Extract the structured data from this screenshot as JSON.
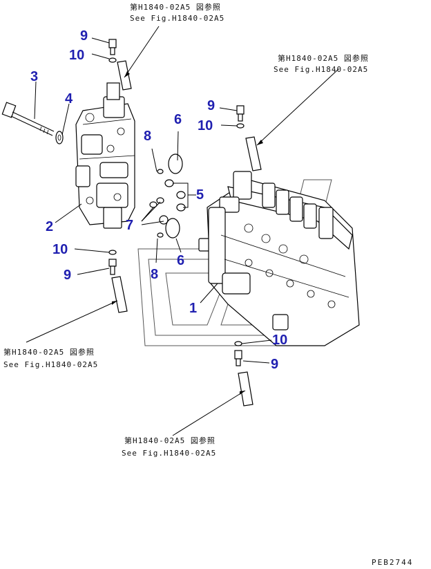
{
  "references": [
    {
      "jp": "第H1840-02A5 図参照",
      "en": "See Fig.H1840-02A5"
    },
    {
      "jp": "第H1840-02A5 図参照",
      "en": "See Fig.H1840-02A5"
    },
    {
      "jp": "第H1840-02A5 図参照",
      "en": "See Fig.H1840-02A5"
    },
    {
      "jp": "第H1840-02A5 図参照",
      "en": "See Fig.H1840-02A5"
    }
  ],
  "callouts": [
    "1",
    "2",
    "3",
    "4",
    "5",
    "6",
    "6",
    "7",
    "8",
    "8",
    "9",
    "9",
    "9",
    "9",
    "10",
    "10",
    "10",
    "10"
  ],
  "drawing_code": "PEB2744",
  "colors": {
    "callout": "#1f1fb0",
    "line": "#000000"
  }
}
